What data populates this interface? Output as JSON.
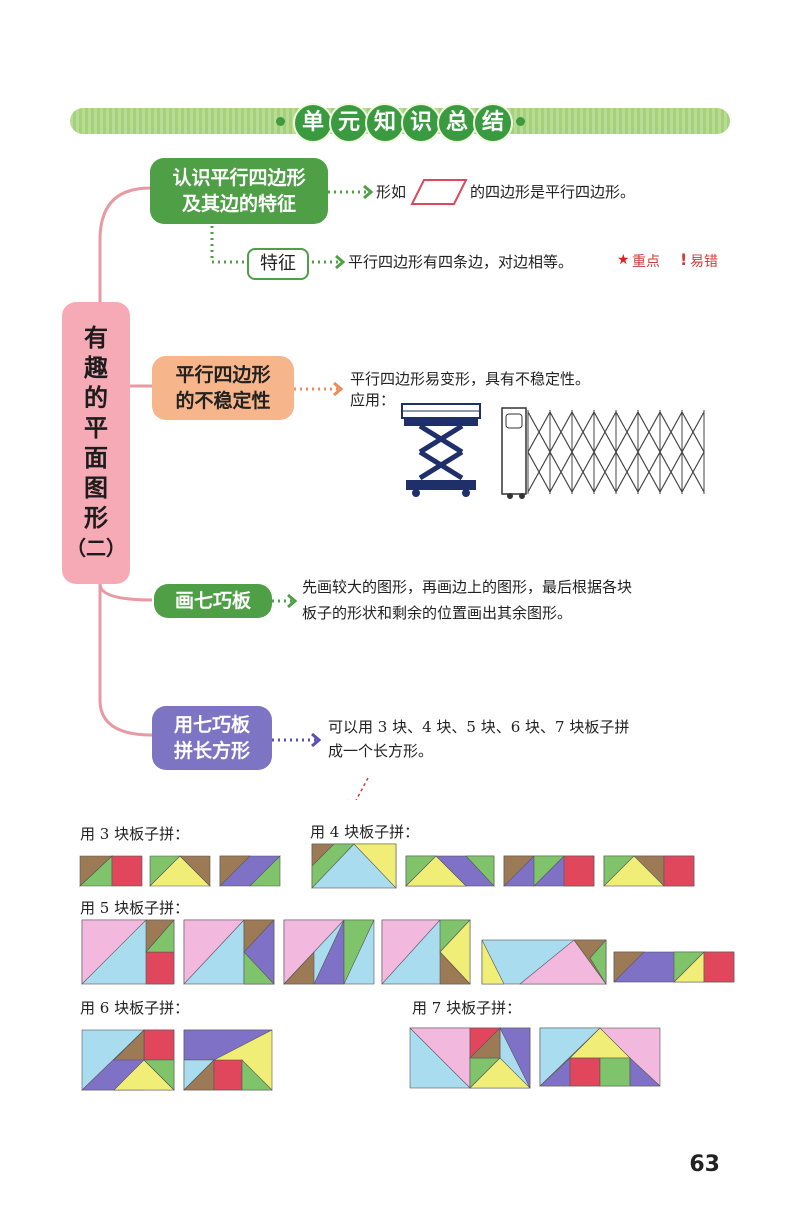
{
  "header": {
    "title_chars": [
      "单",
      "元",
      "知",
      "识",
      "总",
      "结"
    ]
  },
  "topic": {
    "chars": [
      "有",
      "趣",
      "的",
      "平",
      "面",
      "图",
      "形",
      "（二）"
    ]
  },
  "branches": {
    "b1": {
      "line1": "认识平行四边形",
      "line2": "及其边的特征",
      "text_before": "形如",
      "text_after": "的四边形是平行四边形。",
      "tag": "特征",
      "tag_text": "平行四边形有四条边，对边相等。",
      "key_point": "重点",
      "error_prone": "易错"
    },
    "b2": {
      "line1": "平行四边形",
      "line2": "的不稳定性",
      "text": "平行四边形易变形，具有不稳定性。",
      "app_label": "应用："
    },
    "b3": {
      "line1": "画七巧板",
      "text1": "先画较大的图形，再画边上的图形，最后根据各块",
      "text2": "板子的形状和剩余的位置画出其余图形。"
    },
    "b4": {
      "line1": "用七巧板",
      "line2": "拼长方形",
      "text1": "可以用 3 块、4 块、5 块、6 块、7 块板子拼",
      "text2": "成一个长方形。"
    }
  },
  "labels": {
    "use3": "用 3 块板子拼：",
    "use4": "用 4 块板子拼：",
    "use5": "用 5 块板子拼：",
    "use6": "用 6 块板子拼：",
    "use7": "用 7 块板子拼："
  },
  "page_number": "63",
  "colors": {
    "piece_1": "#a9dcef",
    "piece_2": "#f2b8de",
    "piece_3": "#7f72c6",
    "piece_4": "#9c7a55",
    "piece_5": "#e0475c",
    "piece_6": "#7fc46a",
    "piece_7": "#f1ee77"
  }
}
